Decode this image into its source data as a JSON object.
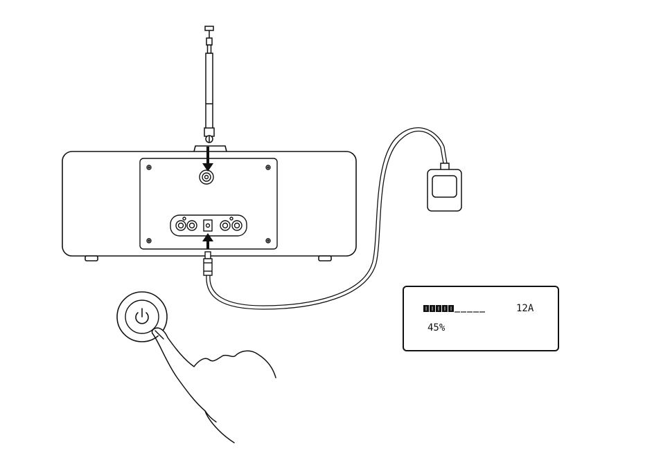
{
  "display": {
    "progress_fraction": 0.5,
    "progress_segments_total": 10,
    "station": "12A",
    "percent": "45%"
  },
  "colors": {
    "line": "#111111",
    "background": "#ffffff"
  },
  "icons": {
    "power": "power-icon"
  }
}
